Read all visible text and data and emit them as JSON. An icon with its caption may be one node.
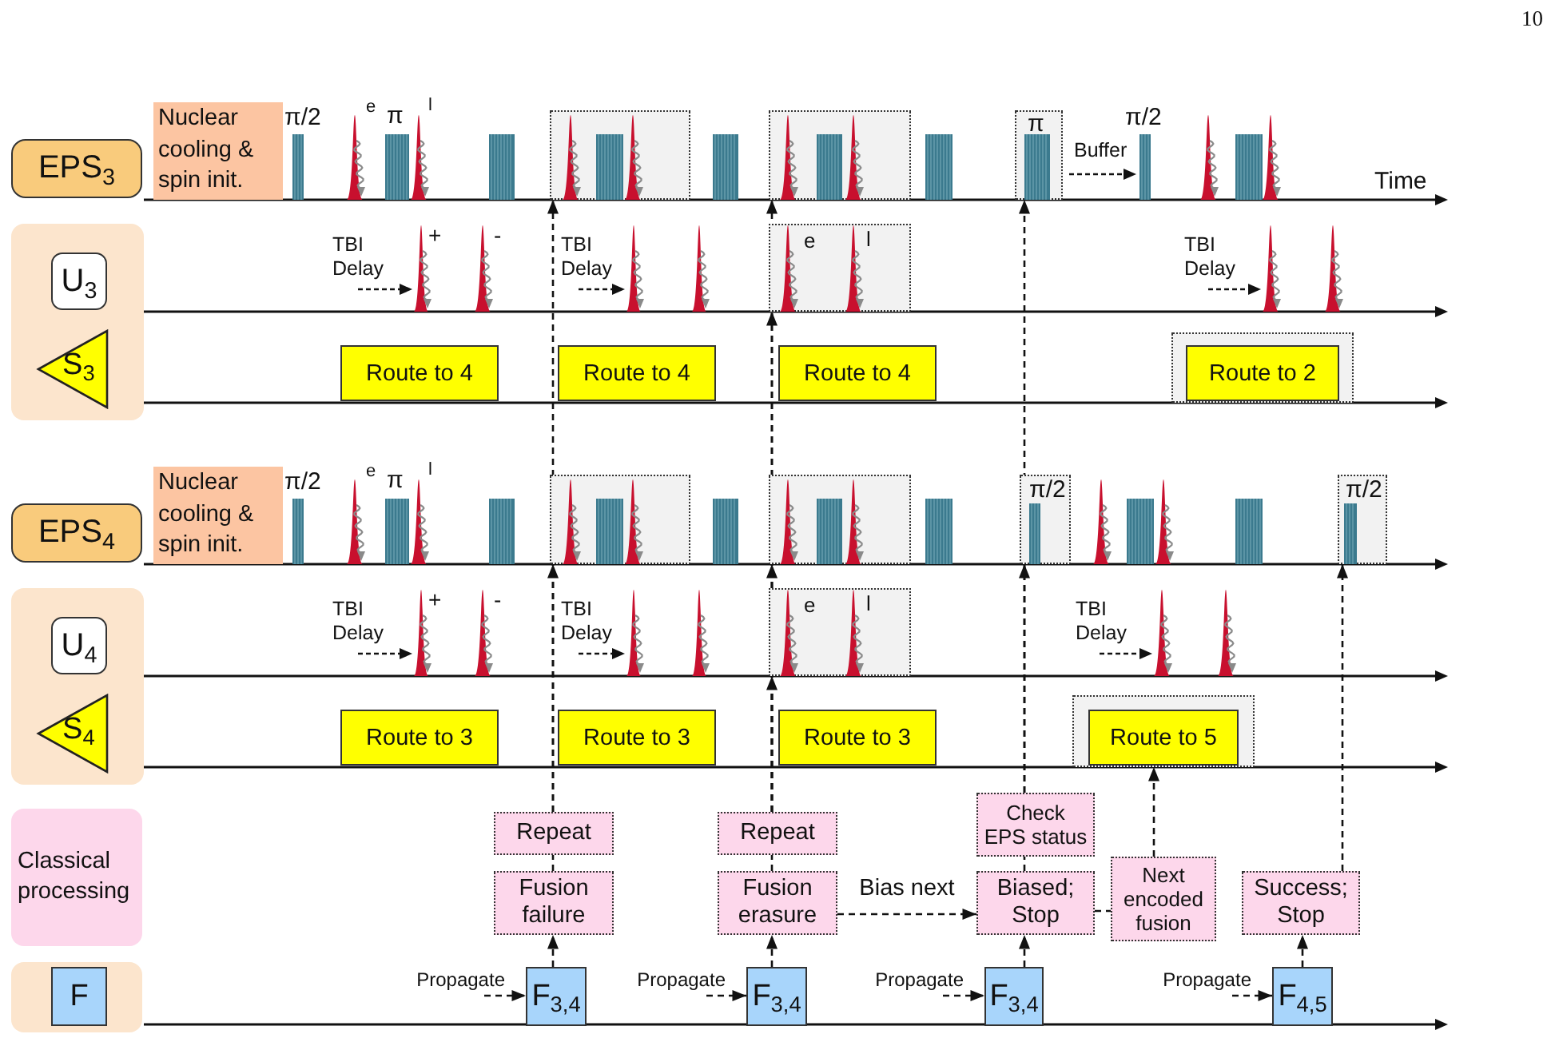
{
  "diagram": {
    "nodes": [
      {
        "text": [
          "EPS$_{3}$"
        ]
      },
      {
        "text": [
          "Nuclear cooling & spin init."
        ]
      },
      {
        "text": [],
        "shape": "box"
      },
      {
        "text": [],
        "shape": "box"
      },
      {
        "text": [
          "π"
        ]
      },
      {
        "text": [],
        "shape": "box"
      },
      {
        "text": [
          "U$_{3}$"
        ],
        "in": 5
      },
      {
        "text": [
          "e",
          "l"
        ]
      },
      {
        "text": [
          "S$_{3}$"
        ],
        "in": 5
      },
      {
        "text": [
          "Route to 4"
        ]
      },
      {
        "text": [
          "Route to 4"
        ]
      },
      {
        "text": [
          "Route to 4"
        ]
      },
      {
        "text": [],
        "shape": "box"
      },
      {
        "text": [
          "Route to 2"
        ],
        "in": 12
      },
      {
        "text": [
          "EPS$_{4}$"
        ]
      },
      {
        "text": [
          "Nuclear cooling & spin init."
        ]
      },
      {
        "text": [],
        "shape": "box"
      },
      {
        "text": [],
        "shape": "box"
      },
      {
        "text": [
          "π/2"
        ]
      },
      {
        "text": [
          "π/2"
        ]
      },
      {
        "text": [],
        "shape": "box"
      },
      {
        "text": [
          "U$_{4}$"
        ],
        "in": 20
      },
      {
        "text": [
          "e",
          "l"
        ]
      },
      {
        "text": [
          "S$_{4}$"
        ],
        "in": 20
      },
      {
        "text": [
          "Route to 3"
        ]
      },
      {
        "text": [
          "Route to 3"
        ]
      },
      {
        "text": [
          "Route to 3"
        ]
      },
      {
        "text": [],
        "shape": "box"
      },
      {
        "text": [
          "Route to 5"
        ],
        "in": 27
      },
      {
        "text": [
          "Classical processing"
        ]
      },
      {
        "text": [
          "Repeat"
        ]
      },
      {
        "text": [
          "Repeat"
        ]
      },
      {
        "text": [
          "Check EPS status"
        ]
      },
      {
        "text": [
          "Fusion failure"
        ]
      },
      {
        "text": [
          "Fusion erasure"
        ]
      },
      {
        "text": [
          "Biased; Stop"
        ]
      },
      {
        "text": [
          "Next encoded fusion"
        ]
      },
      {
        "text": [
          "Success; Stop"
        ]
      },
      {
        "text": [],
        "shape": "box"
      },
      {
        "text": [
          "F"
        ],
        "in": 38
      },
      {
        "text": [
          "F$_{3,4}$"
        ]
      },
      {
        "text": [
          "F$_{3,4}$"
        ]
      },
      {
        "text": [
          "F$_{3,4}$"
        ]
      },
      {
        "text": [
          "F$_{4,5}$"
        ]
      }
    ],
    "edges": [
      {
        "from": null,
        "to": 40,
        "arrow": "to",
        "label": "Propagate",
        "style": "dashed"
      },
      {
        "from": 40,
        "to": 33,
        "arrow": "to",
        "style": "dashed"
      },
      {
        "from": 33,
        "to": 30,
        "arrow": "none",
        "style": "dashed"
      },
      {
        "from": 30,
        "to": 16,
        "arrow": "to",
        "style": "dashed"
      },
      {
        "from": 30,
        "to": 2,
        "arrow": "to",
        "style": "dashed"
      },
      {
        "from": null,
        "to": 41,
        "arrow": "to",
        "label": "Propagate",
        "style": "dashed"
      },
      {
        "from": 41,
        "to": 34,
        "arrow": "to",
        "style": "dashed"
      },
      {
        "from": 34,
        "to": 31,
        "arrow": "none",
        "style": "dashed"
      },
      {
        "from": 31,
        "to": 22,
        "arrow": "to",
        "style": "dashed"
      },
      {
        "from": 31,
        "to": 17,
        "arrow": "to",
        "style": "dashed"
      },
      {
        "from": 31,
        "to": 7,
        "arrow": "to",
        "style": "dashed"
      },
      {
        "from": 31,
        "to": 3,
        "arrow": "to",
        "style": "dashed"
      },
      {
        "from": 34,
        "to": 35,
        "arrow": "to",
        "label": "Bias next",
        "style": "dashed"
      },
      {
        "from": null,
        "to": 42,
        "arrow": "to",
        "label": "Propagate",
        "style": "dashed"
      },
      {
        "from": 42,
        "to": 35,
        "arrow": "to",
        "style": "dashed"
      },
      {
        "from": 35,
        "to": 32,
        "arrow": "none",
        "style": "dashed"
      },
      {
        "from": 32,
        "to": 18,
        "arrow": "to",
        "style": "dashed"
      },
      {
        "from": 32,
        "to": 4,
        "arrow": "to",
        "style": "dashed"
      },
      {
        "from": 35,
        "to": 36,
        "arrow": "none",
        "style": "dashed"
      },
      {
        "from": 36,
        "to": 27,
        "arrow": "to",
        "style": "dashed"
      },
      {
        "from": null,
        "to": 43,
        "arrow": "to",
        "label": "Propagate",
        "style": "dashed"
      },
      {
        "from": 43,
        "to": 37,
        "arrow": "to",
        "style": "dashed"
      },
      {
        "from": 37,
        "to": 19,
        "arrow": "to",
        "style": "dashed"
      }
    ],
    "labels": [
      "10",
      "π/2",
      "e",
      "π",
      "l",
      "Buffer",
      "π/2",
      "Time",
      "TBI Delay",
      "+",
      "-",
      "TBI Delay",
      "TBI Delay",
      "π/2",
      "e",
      "π",
      "l",
      "TBI Delay",
      "+",
      "-",
      "TBI Delay",
      "TBI Delay"
    ]
  }
}
